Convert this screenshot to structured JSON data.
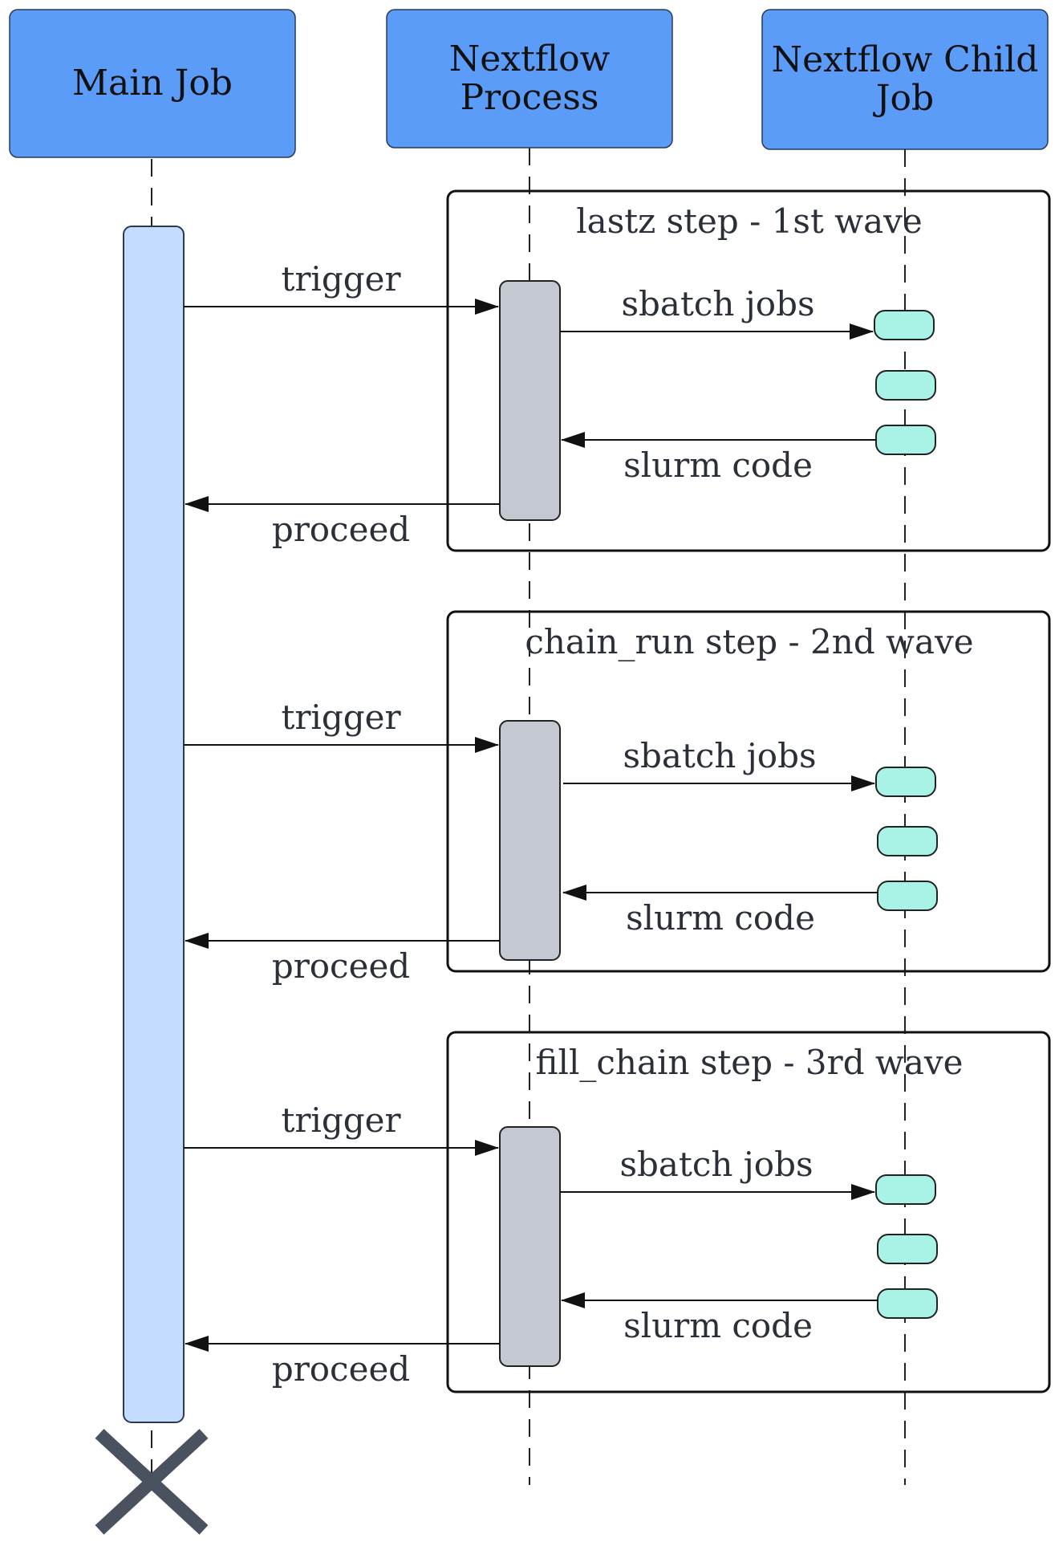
{
  "participants": [
    {
      "id": "main",
      "label_lines": [
        "Main Job"
      ]
    },
    {
      "id": "process",
      "label_lines": [
        "Nextflow",
        "Process"
      ]
    },
    {
      "id": "child",
      "label_lines": [
        "Nextflow Child",
        "Job"
      ]
    }
  ],
  "frames": [
    {
      "title": "lastz step - 1st wave",
      "messages": {
        "trigger": "trigger",
        "sbatch": "sbatch jobs",
        "slurm": "slurm code",
        "proceed": "proceed"
      }
    },
    {
      "title": "chain_run step - 2nd wave",
      "messages": {
        "trigger": "trigger",
        "sbatch": "sbatch jobs",
        "slurm": "slurm code",
        "proceed": "proceed"
      }
    },
    {
      "title": "fill_chain step - 3rd wave",
      "messages": {
        "trigger": "trigger",
        "sbatch": "sbatch jobs",
        "slurm": "slurm code",
        "proceed": "proceed"
      }
    }
  ],
  "colors": {
    "participant_fill": "#5c9cf9",
    "main_activation": "#c4dcff",
    "process_activation": "#c3c8d1",
    "child_activation": "#a8f3e6",
    "destroy_mark": "#4a5260"
  }
}
